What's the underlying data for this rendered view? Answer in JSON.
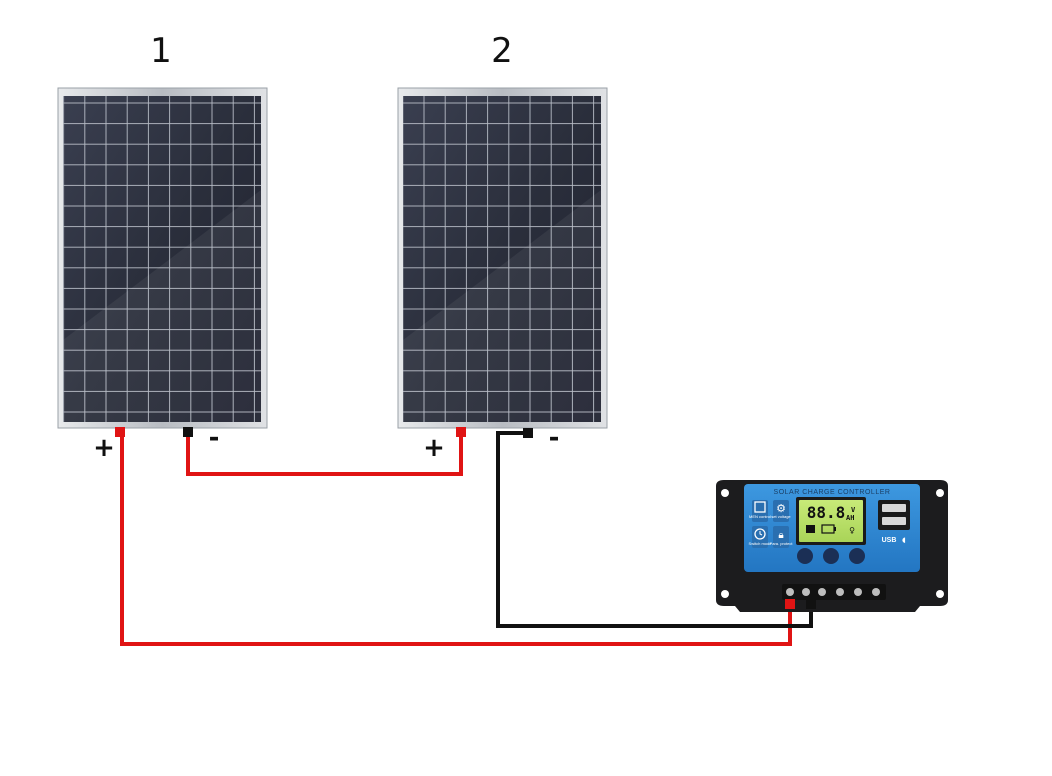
{
  "panels": [
    {
      "number": "1",
      "plus": "+",
      "minus": "-"
    },
    {
      "number": "2",
      "plus": "+",
      "minus": "-"
    }
  ],
  "controller": {
    "title": "SOLAR CHARGE CONTROLLER",
    "lcd_digits": "88.8",
    "lcd_units_top": "V",
    "lcd_units_bottom": "AH",
    "usb_label": "USB",
    "icon_labels": [
      "MEN control",
      "set voltage",
      "Switch mode",
      "Para. protect"
    ]
  },
  "colors": {
    "positive_wire": "#e01414",
    "negative_wire": "#111111",
    "panel_cell": "#2b3040",
    "panel_frame": "#c9cdd2",
    "controller_face": "#2f8ad6",
    "controller_body": "#1c1c1e"
  }
}
